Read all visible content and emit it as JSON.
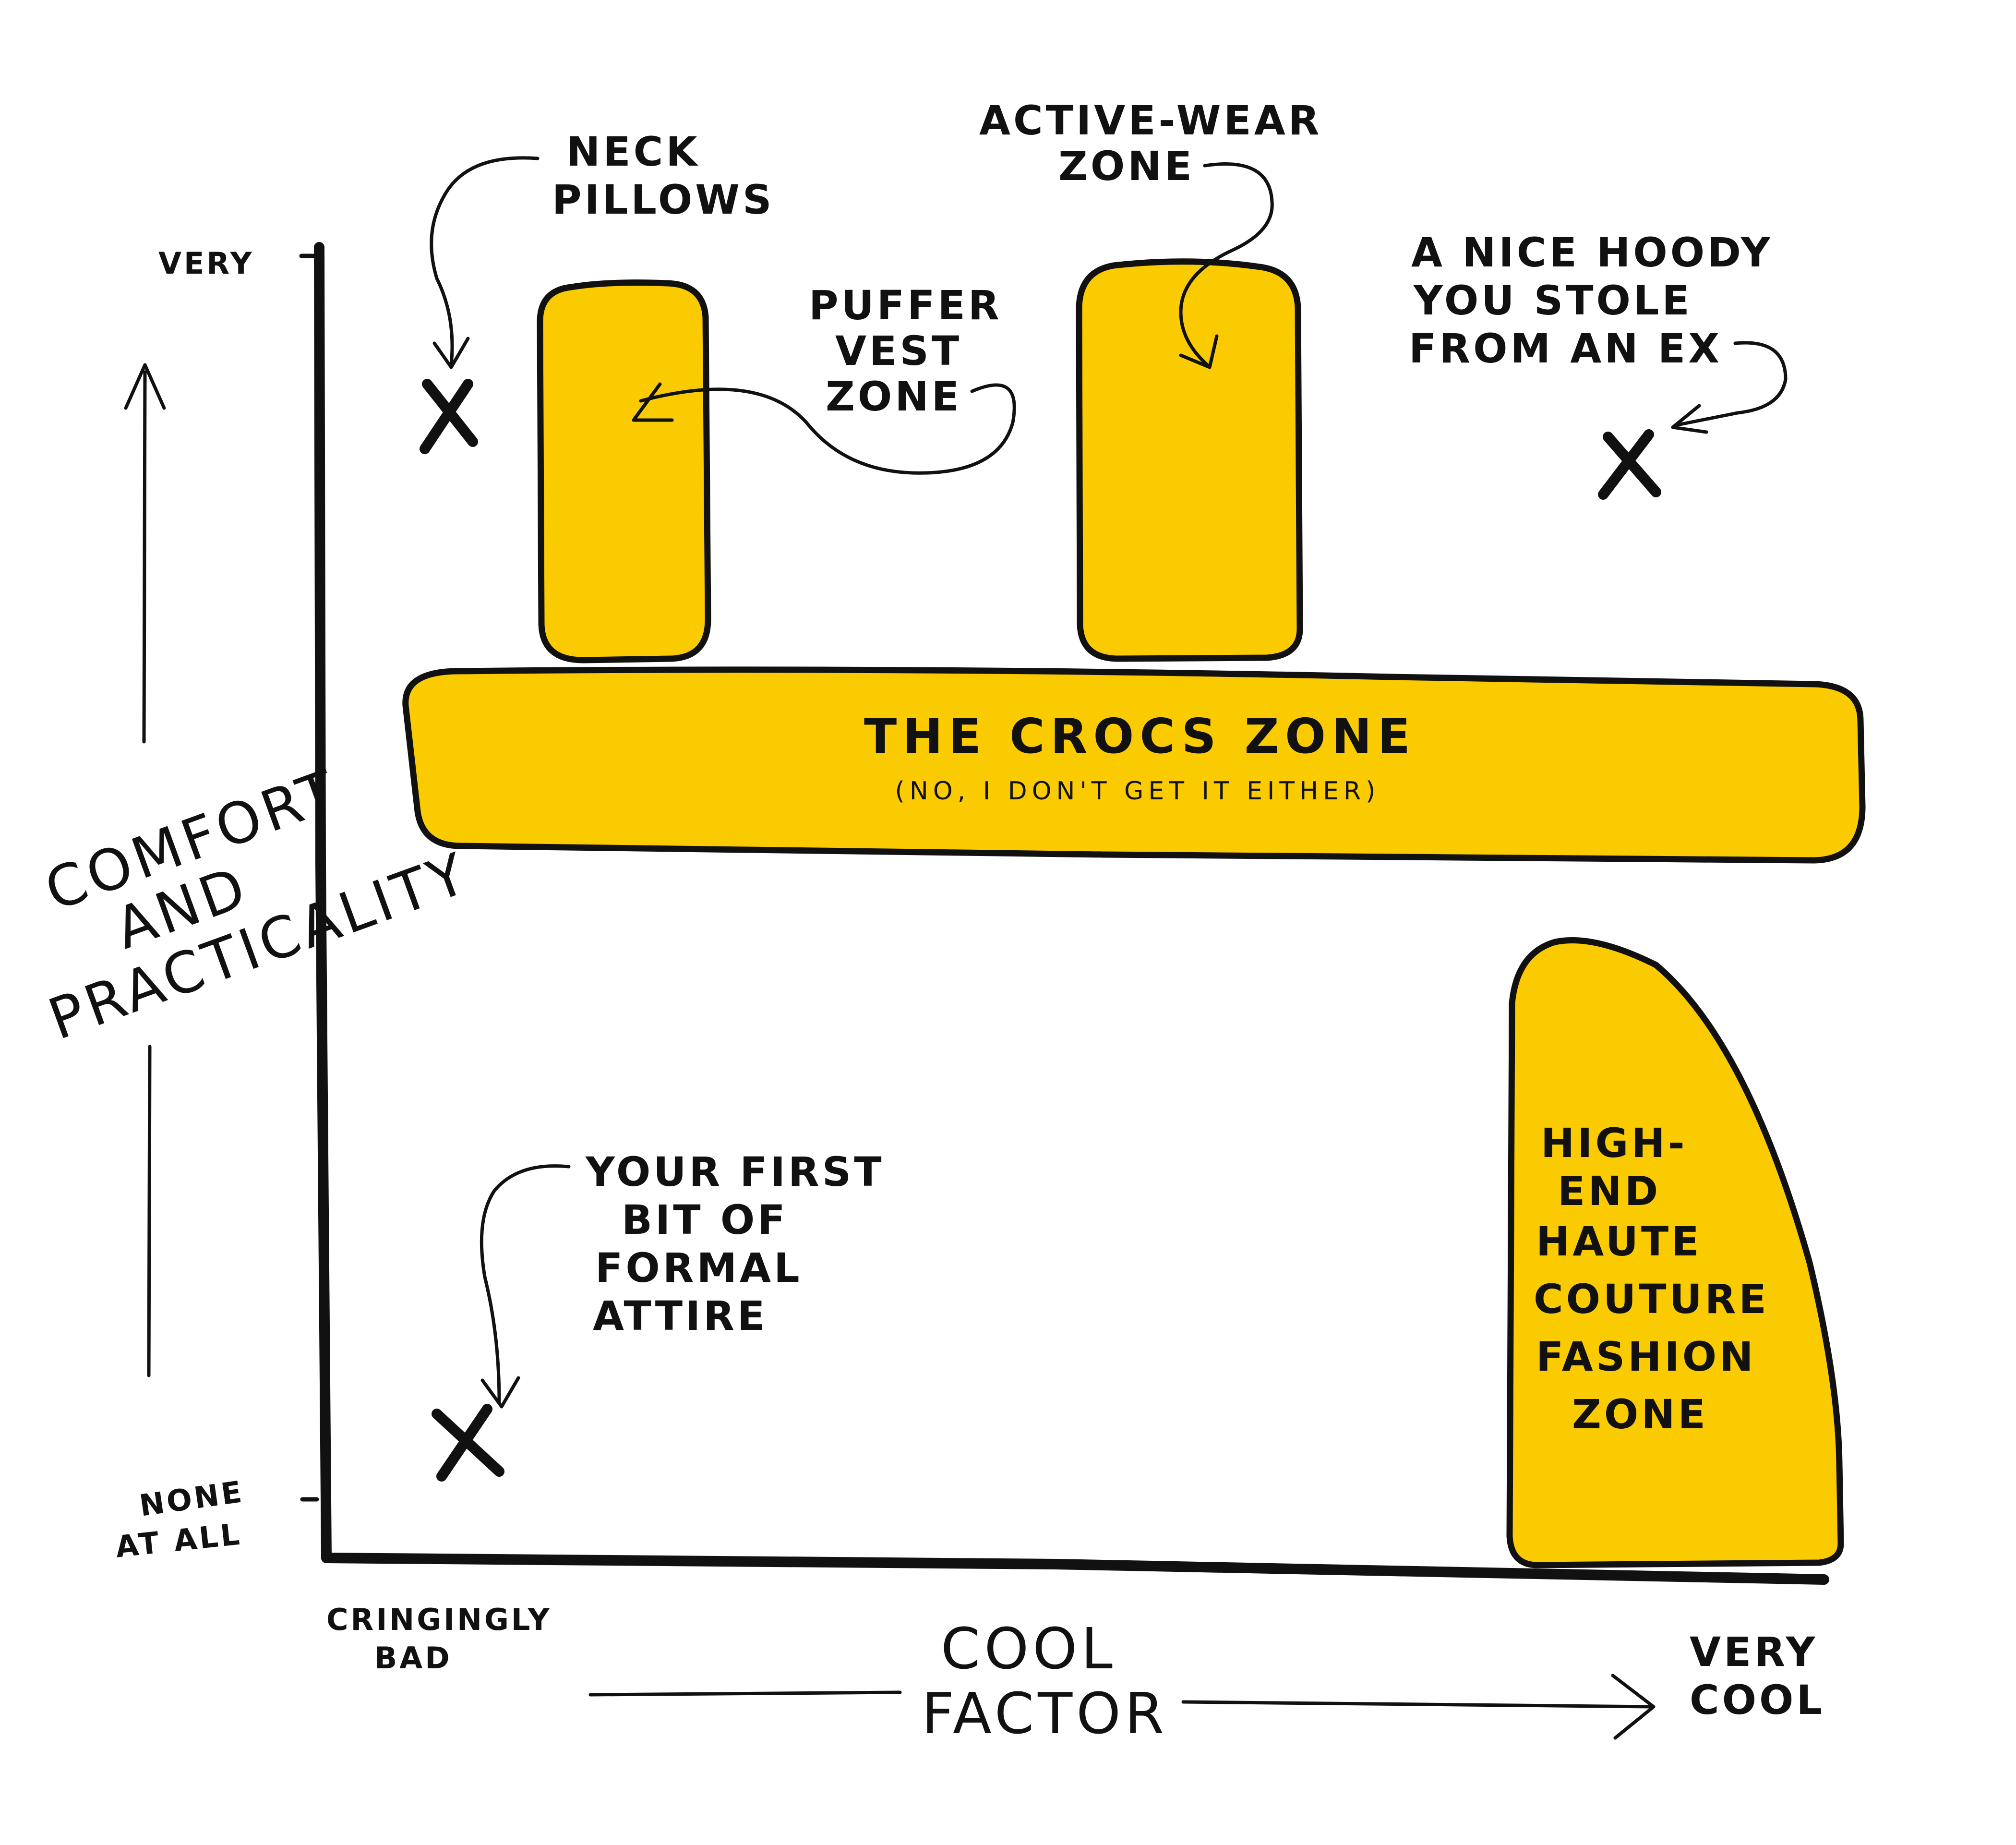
{
  "y_axis": {
    "title_lines": [
      "COMFORT",
      "AND",
      "PRACTICALITY"
    ],
    "top_label": "VERY",
    "bottom_label_lines": [
      "NONE",
      "AT ALL"
    ]
  },
  "x_axis": {
    "title_lines": [
      "COOL",
      "FACTOR"
    ],
    "left_label_lines": [
      "CRINGINGLY",
      "BAD"
    ],
    "right_label_lines": [
      "VERY",
      "COOL"
    ]
  },
  "zones": {
    "puffer_vest": {
      "label_lines": [
        "PUFFER",
        "VEST",
        "ZONE"
      ]
    },
    "active_wear": {
      "label_lines": [
        "ACTIVE-WEAR",
        "ZONE"
      ]
    },
    "crocs": {
      "title": "THE CROCS ZONE",
      "subtitle": "(NO, I DON'T GET IT EITHER)"
    },
    "haute_couture": {
      "label_lines": [
        "HIGH-",
        "END",
        "HAUTE",
        "COUTURE",
        "FASHION",
        "ZONE"
      ]
    }
  },
  "points": {
    "neck_pillows": {
      "label_lines": [
        "NECK",
        "PILLOWS"
      ]
    },
    "hoody": {
      "label_lines": [
        "A NICE HOODY",
        "YOU STOLE",
        "FROM AN EX"
      ]
    },
    "formal_attire": {
      "label_lines": [
        "YOUR FIRST",
        "BIT OF",
        "FORMAL",
        "ATTIRE"
      ]
    }
  },
  "colors": {
    "zone_fill": "#FACB00",
    "ink": "#111111",
    "background": "#ffffff"
  }
}
